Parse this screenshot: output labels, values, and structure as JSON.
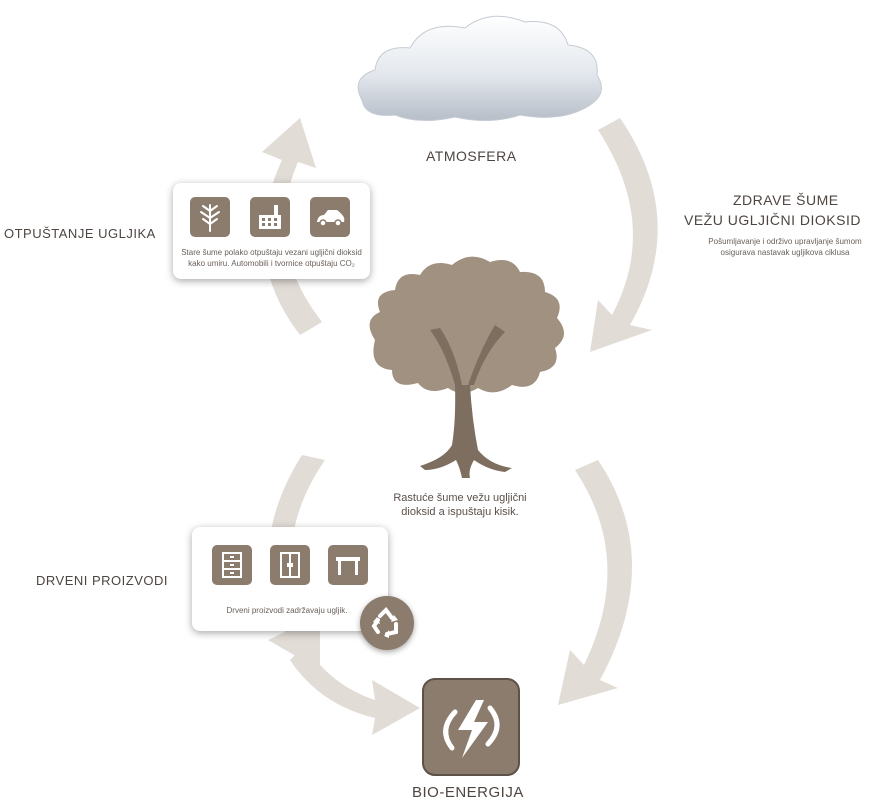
{
  "atmosphere": {
    "title": "ATMOSFERA"
  },
  "healthy_forests": {
    "title_line1": "ZDRAVE ŠUME",
    "title_line2": "VEŽU UGLJIČNI DIOKSID",
    "desc_line1": "Pošumljavanje i održivo upravljanje šumom",
    "desc_line2": "osigurava nastavak ugljikova ciklusa"
  },
  "carbon_release": {
    "title": "OTPUŠTANJE UGLJIKA",
    "desc_line1": "Stare šume polako otpuštaju vezani ugljični dioksid",
    "desc_line2": "kako umiru. Automobili i tvornice otpuštaju CO₂",
    "icons": [
      "dead-tree-icon",
      "factory-icon",
      "car-icon"
    ]
  },
  "tree": {
    "caption_line1": "Rastuće šume vežu ugljični",
    "caption_line2": "dioksid a ispuštaju kisik."
  },
  "wood_products": {
    "title": "DRVENI PROIZVODI",
    "desc": "Drveni proizvodi zadržavaju ugljik.",
    "icons": [
      "dresser-icon",
      "wardrobe-icon",
      "table-icon",
      "recycle-icon"
    ]
  },
  "bio_energy": {
    "title": "BIO-ENERGIJA",
    "icon": "lightning-icon"
  },
  "colors": {
    "accent": "#8c7c6d",
    "arrow": "#e2dcd6",
    "text": "#4e4540"
  }
}
